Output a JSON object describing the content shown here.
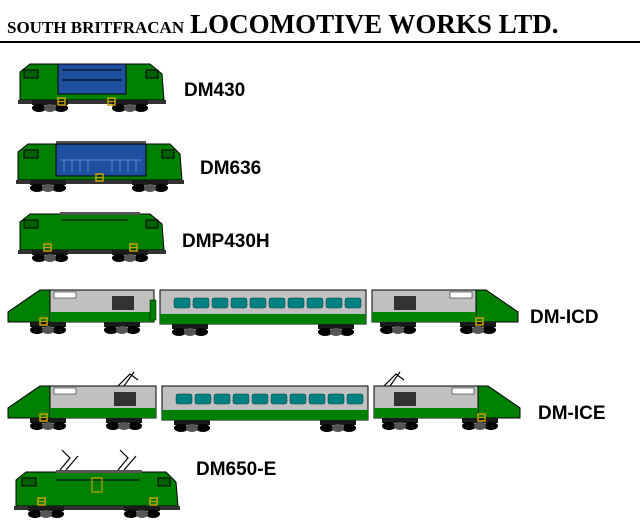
{
  "header": {
    "company_small": "SOUTH BRITFRACAN",
    "company_big": "LOCOMOTIVE WORKS LTD."
  },
  "locomotives": [
    {
      "label": "DM430"
    },
    {
      "label": "DM636"
    },
    {
      "label": "DMP430H"
    },
    {
      "label": "DM-ICD"
    },
    {
      "label": "DM-ICE"
    },
    {
      "label": "DM650-E"
    }
  ],
  "colors": {
    "body_green": "#008000",
    "dark_green": "#004d00",
    "blue": "#1f4fa0",
    "grey": "#c0c0c0",
    "teal": "#008080",
    "black": "#000000",
    "yellow": "#c8a000"
  }
}
